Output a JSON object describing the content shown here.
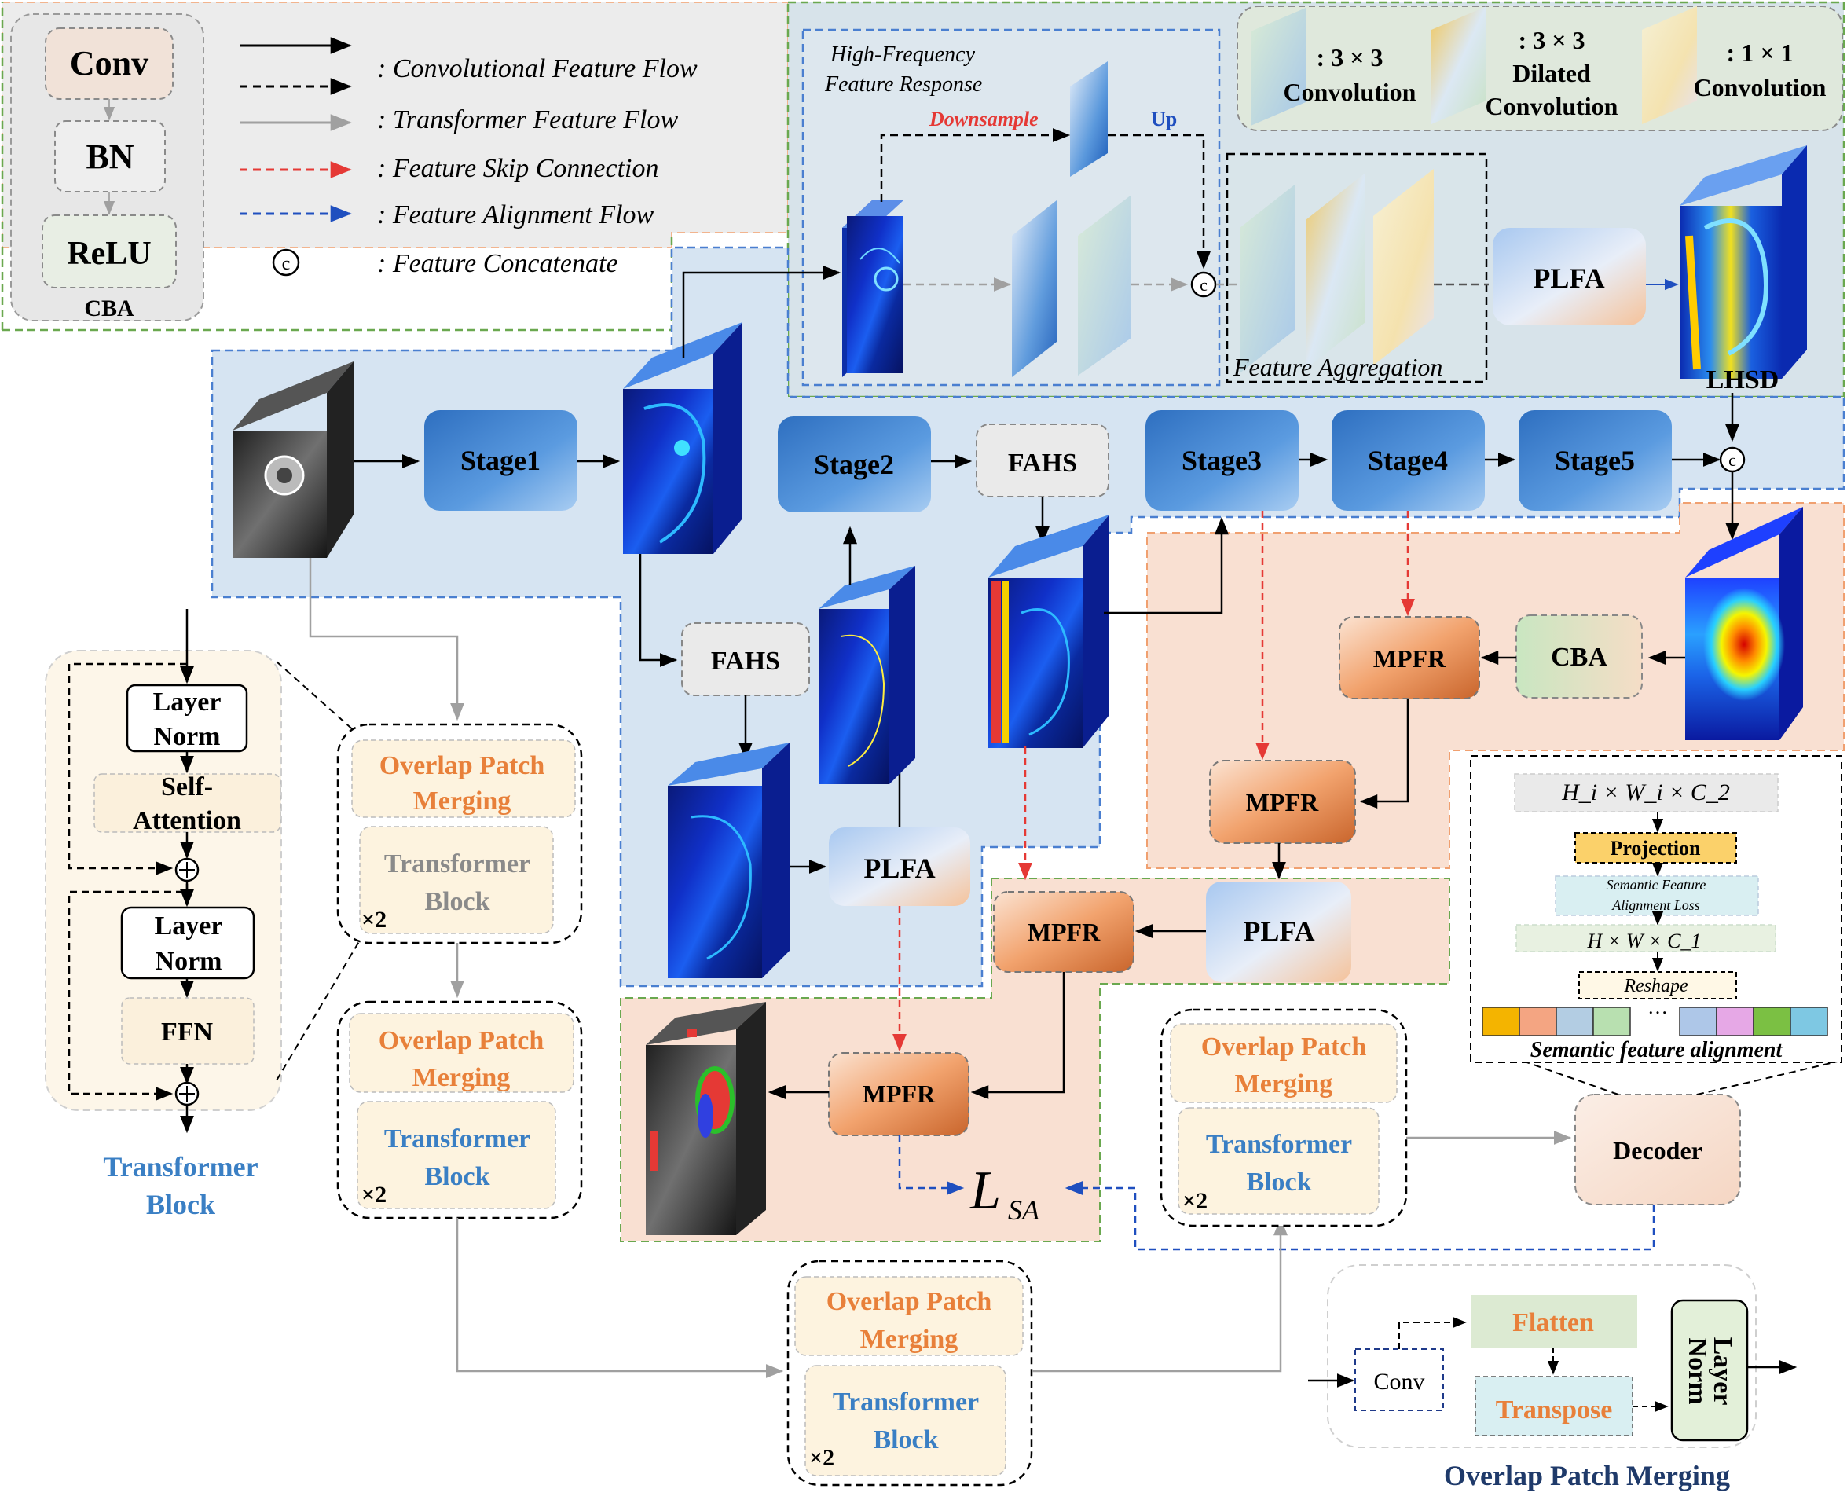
{
  "legend": {
    "cba": {
      "conv": "Conv",
      "bn": "BN",
      "relu": "ReLU",
      "title": "CBA"
    },
    "items": [
      ": Convolutional Feature Flow",
      ": Transformer Feature Flow",
      ": Feature Skip Connection",
      ": Feature Alignment Flow",
      ": Feature Concatenate"
    ],
    "concat_symbol": "c"
  },
  "conv_legend": {
    "c3": [
      ": 3 × 3",
      "Convolution"
    ],
    "dil": [
      ": 3 × 3",
      "Dilated",
      "Convolution"
    ],
    "c1": [
      ": 1 × 1",
      "Convolution"
    ]
  },
  "lhsd": {
    "hf_title": [
      "High-Frequency",
      "Feature Response"
    ],
    "downsample": "Downsample",
    "up": "Up",
    "plfa": "PLFA",
    "feature_aggregation": "Feature Aggregation",
    "label": "LHSD"
  },
  "stages": {
    "stage1": "Stage1",
    "stage2": "Stage2",
    "stage3": "Stage3",
    "stage4": "Stage4",
    "stage5": "Stage5",
    "fahs1": "FAHS",
    "fahs2": "FAHS",
    "plfa_mid": "PLFA",
    "plfa_dec": "PLFA"
  },
  "decoder_blocks": {
    "mpfr1": "MPFR",
    "mpfr2": "MPFR",
    "mpfr3": "MPFR",
    "mpfr4": "MPFR",
    "cba": "CBA",
    "decoder": "Decoder",
    "loss": "L",
    "loss_sub": "SA"
  },
  "transformer_detail": {
    "ln1": [
      "Layer",
      "Norm"
    ],
    "sa": [
      "Self-",
      "Attention"
    ],
    "ln2": [
      "Layer",
      "Norm"
    ],
    "ffn": "FFN",
    "title": [
      "Transformer",
      "Block"
    ]
  },
  "tr_stages": {
    "opm": [
      "Overlap Patch",
      "Merging"
    ],
    "tb": [
      "Transformer",
      "Block"
    ],
    "x2": "×2"
  },
  "sfa": {
    "hw_in": "H_i × W_i × C_2",
    "projection": "Projection",
    "loss": [
      "Semantic Feature",
      "Alignment Loss"
    ],
    "hw_out": "H × W × C_1",
    "reshape": "Reshape",
    "dots": "…",
    "title": "Semantic feature alignment",
    "token_colors": [
      "#f4b400",
      "#f4a582",
      "#b3cde3",
      "#b8e0b0",
      "#aec7e8",
      "#e6a8e6",
      "#7bc043",
      "#7ec8e3"
    ]
  },
  "opm_detail": {
    "conv": "Conv",
    "flatten": "Flatten",
    "transpose": "Transpose",
    "ln": [
      "Layer",
      "Norm"
    ],
    "title": "Overlap Patch Merging"
  }
}
